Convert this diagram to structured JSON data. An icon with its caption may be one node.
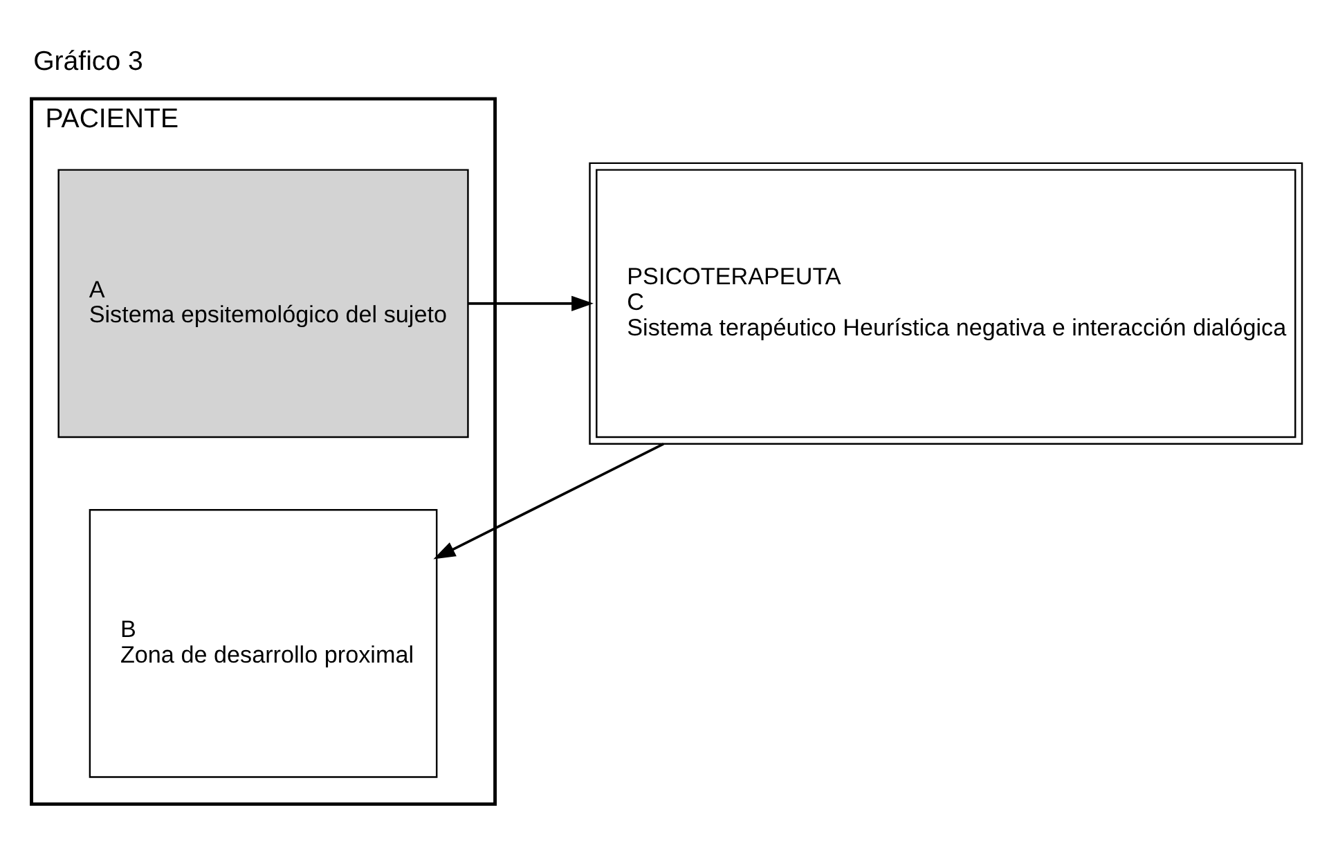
{
  "diagram": {
    "title": "Gráfico 3",
    "nodes": [
      {
        "text": [
          "PACIENTE"
        ]
      },
      {
        "text": [
          "A",
          "Sistema epsitemológico del sujeto"
        ],
        "in": 0
      },
      {
        "text": [
          "B",
          "Zona de desarrollo proximal"
        ],
        "in": 0
      },
      {
        "text": [
          "PSICOTERAPEUTA",
          "C",
          "Sistema terapéutico Heurística negativa e interacción dialógica"
        ]
      }
    ],
    "edges": [
      {
        "from": 3,
        "to": 2,
        "arrow": "to"
      },
      {
        "from": 1,
        "to": 3,
        "arrow": "to"
      }
    ]
  }
}
